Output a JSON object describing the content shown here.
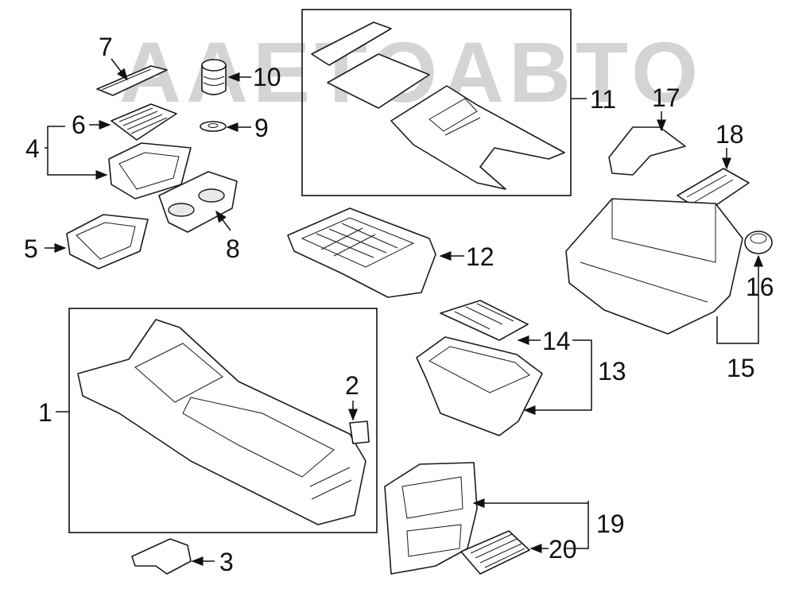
{
  "watermark": {
    "text": "AAETOABTO"
  },
  "callouts": {
    "c1": "1",
    "c2": "2",
    "c3": "3",
    "c4": "4",
    "c5": "5",
    "c6": "6",
    "c7": "7",
    "c8": "8",
    "c9": "9",
    "c10": "10",
    "c11": "11",
    "c12": "12",
    "c13": "13",
    "c14": "14",
    "c15": "15",
    "c16": "16",
    "c17": "17",
    "c18": "18",
    "c19": "19",
    "c20": "20"
  },
  "colors": {
    "line": "#1a1a1a",
    "watermark": "#d4d4d4",
    "background": "#ffffff"
  }
}
